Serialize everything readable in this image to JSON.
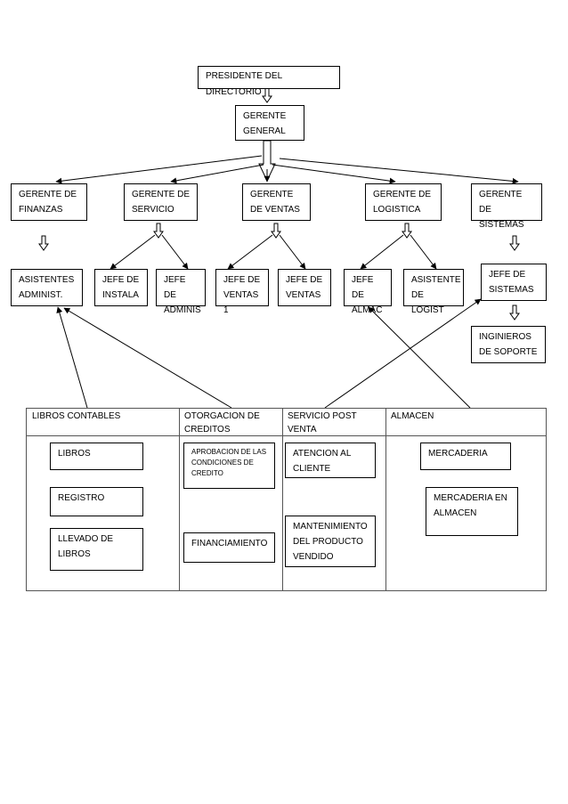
{
  "org_chart": {
    "president": "PRESIDENTE DEL DIRECTORIO",
    "general_manager": "GERENTE\nGENERAL",
    "managers": {
      "finanzas": "GERENTE DE\nFINANZAS",
      "servicio": "GERENTE DE\nSERVICIO",
      "ventas": "GERENTE\nDE VENTAS",
      "logistica": "GERENTE DE\nLOGISTICA",
      "sistemas": "GERENTE DE\nSISTEMAS"
    },
    "staff": {
      "asistentes_admin": "ASISTENTES\nADMINIST.",
      "jefe_instala": "JEFE DE\nINSTALA",
      "jefe_adminis": "JEFE DE\nADMINIS",
      "jefe_ventas1": "JEFE DE\nVENTAS 1",
      "jefe_ventas": "JEFE DE\nVENTAS",
      "jefe_almac": "JEFE DE\nALMAC",
      "asistente_logist": "ASISTENTE\nDE LOGIST",
      "jefe_sistemas": "JEFE DE\nSISTEMAS",
      "ingenieros_soporte": "INGINIEROS\nDE SOPORTE"
    }
  },
  "functions_table": {
    "columns": [
      {
        "header": "LIBROS CONTABLES",
        "items": [
          "LIBROS",
          "REGISTRO",
          "LLEVADO DE\nLIBROS"
        ]
      },
      {
        "header": "OTORGACION DE\nCREDITOS",
        "items": [
          "APROBACION DE LAS\nCONDICIONES DE\nCREDITO",
          "FINANCIAMIENTO"
        ]
      },
      {
        "header": "SERVICIO POST\nVENTA",
        "items": [
          "ATENCION AL\nCLIENTE",
          "MANTENIMIENTO\nDEL PRODUCTO\nVENDIDO"
        ]
      },
      {
        "header": "ALMACEN",
        "items": [
          "MERCADERIA",
          "MERCADERIA EN\nALMACEN"
        ]
      }
    ]
  }
}
